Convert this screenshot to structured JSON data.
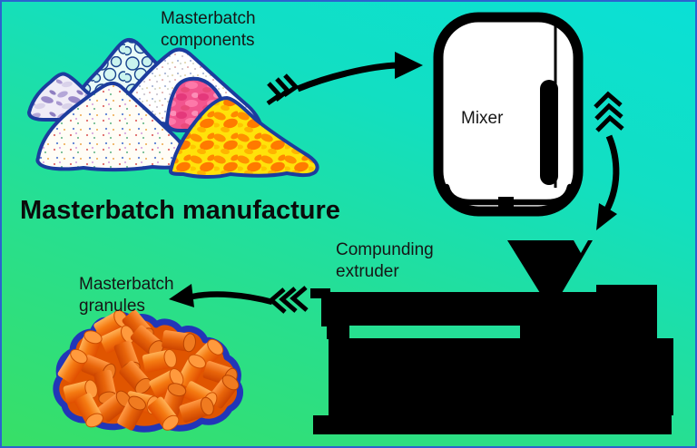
{
  "title": "Masterbatch manufacture",
  "labels": {
    "components": "Masterbatch\ncomponents",
    "mixer": "Mixer",
    "extruder": "Compunding\nextruder",
    "granules": "Masterbatch\ngranules"
  },
  "diagram": {
    "type": "process-flow",
    "flow": [
      "Masterbatch components",
      "Mixer",
      "Compunding extruder",
      "Masterbatch granules"
    ]
  },
  "colors": {
    "background_top": "#0AE0D6",
    "background_bottom": "#38DF66",
    "frame": "#2B63CF",
    "pile_outline_navy": "#1C3C9E",
    "granule_outline_blue": "#2236B8",
    "granule_orange": "#E05500",
    "pellet_orange_light": "#FFB257",
    "pellet_orange_dark": "#E04E00",
    "pink_pile": "#F2558F",
    "yellow_pile": "#FFE20A",
    "bubble_pile": "#C9F3EE",
    "silhouette_black": "#000000",
    "text": "#161616"
  }
}
